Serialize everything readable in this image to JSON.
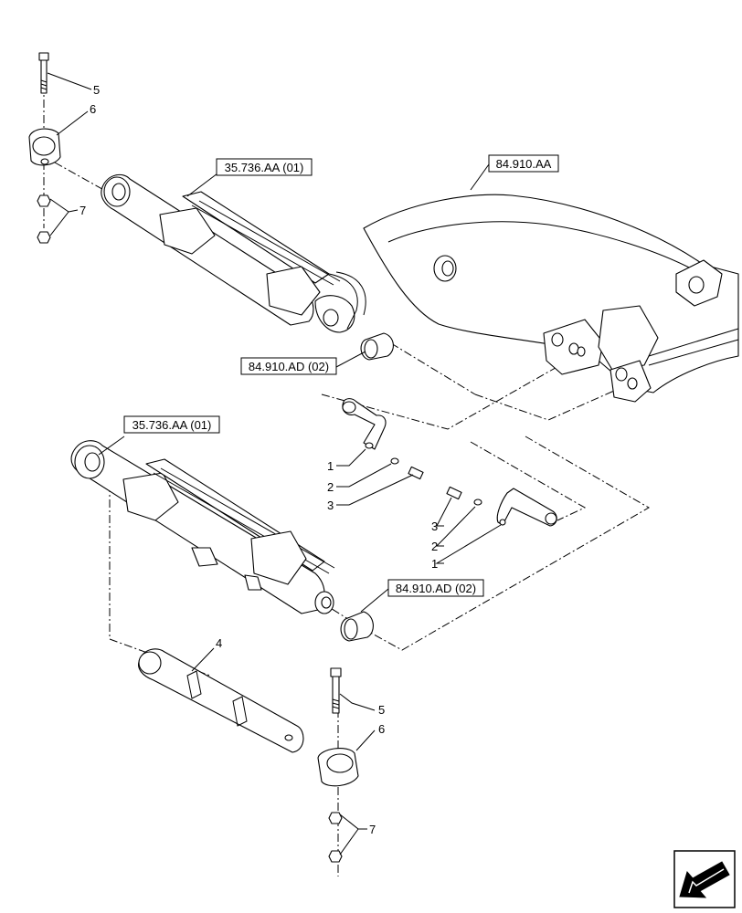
{
  "references": {
    "cyl_upper": "35.736.AA (01)",
    "cyl_lower": "35.736.AA (01)",
    "boom": "84.910.AA",
    "bush_upper": "84.910.AD (02)",
    "bush_lower": "84.910.AD (02)"
  },
  "callouts": {
    "top_bolt": "5",
    "top_ring": "6",
    "top_nuts": "7",
    "pinA_pin": "1",
    "pinA_washer": "2",
    "pinA_bolt": "3",
    "pinB_bolt": "3",
    "pinB_washer": "2",
    "pinB_pin": "1",
    "long_pin": "4",
    "bot_bolt": "5",
    "bot_ring": "6",
    "bot_nuts": "7"
  },
  "nav": {
    "icon": "direction-arrow-icon"
  }
}
